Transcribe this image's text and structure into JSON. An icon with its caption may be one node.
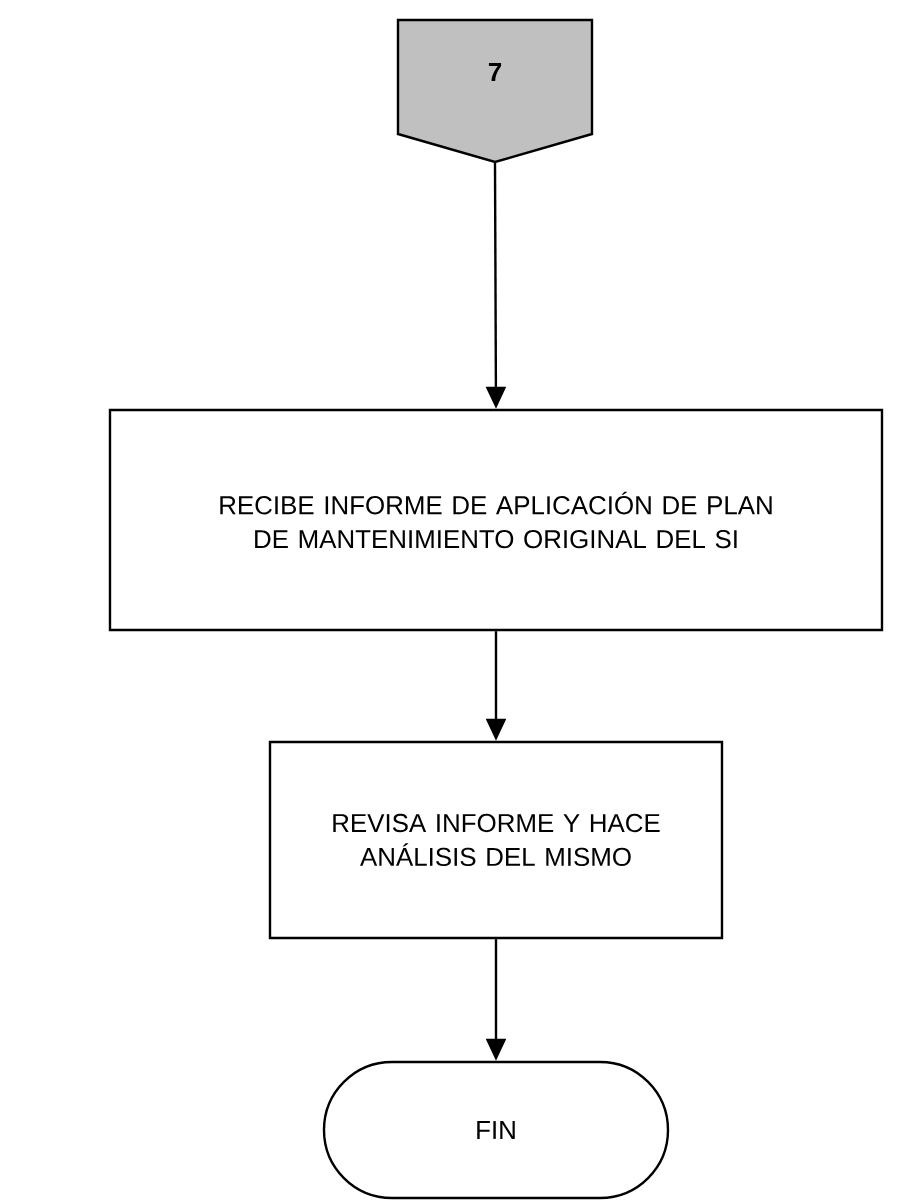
{
  "diagram": {
    "nodes": [
      {
        "text": [
          "7"
        ]
      },
      {
        "text": [
          "RECIBE INFORME DE APLICACIÓN DE PLAN DE MANTENIMIENTO ORIGINAL DEL SI"
        ]
      },
      {
        "text": [
          "REVISA INFORME Y HACE ANÁLISIS DEL MISMO"
        ]
      },
      {
        "text": [
          "FIN"
        ]
      }
    ],
    "edges": [
      {
        "from": 0,
        "to": 1,
        "arrow": "to"
      },
      {
        "from": 1,
        "to": 2,
        "arrow": "to"
      },
      {
        "from": 2,
        "to": 3,
        "arrow": "to"
      }
    ]
  }
}
